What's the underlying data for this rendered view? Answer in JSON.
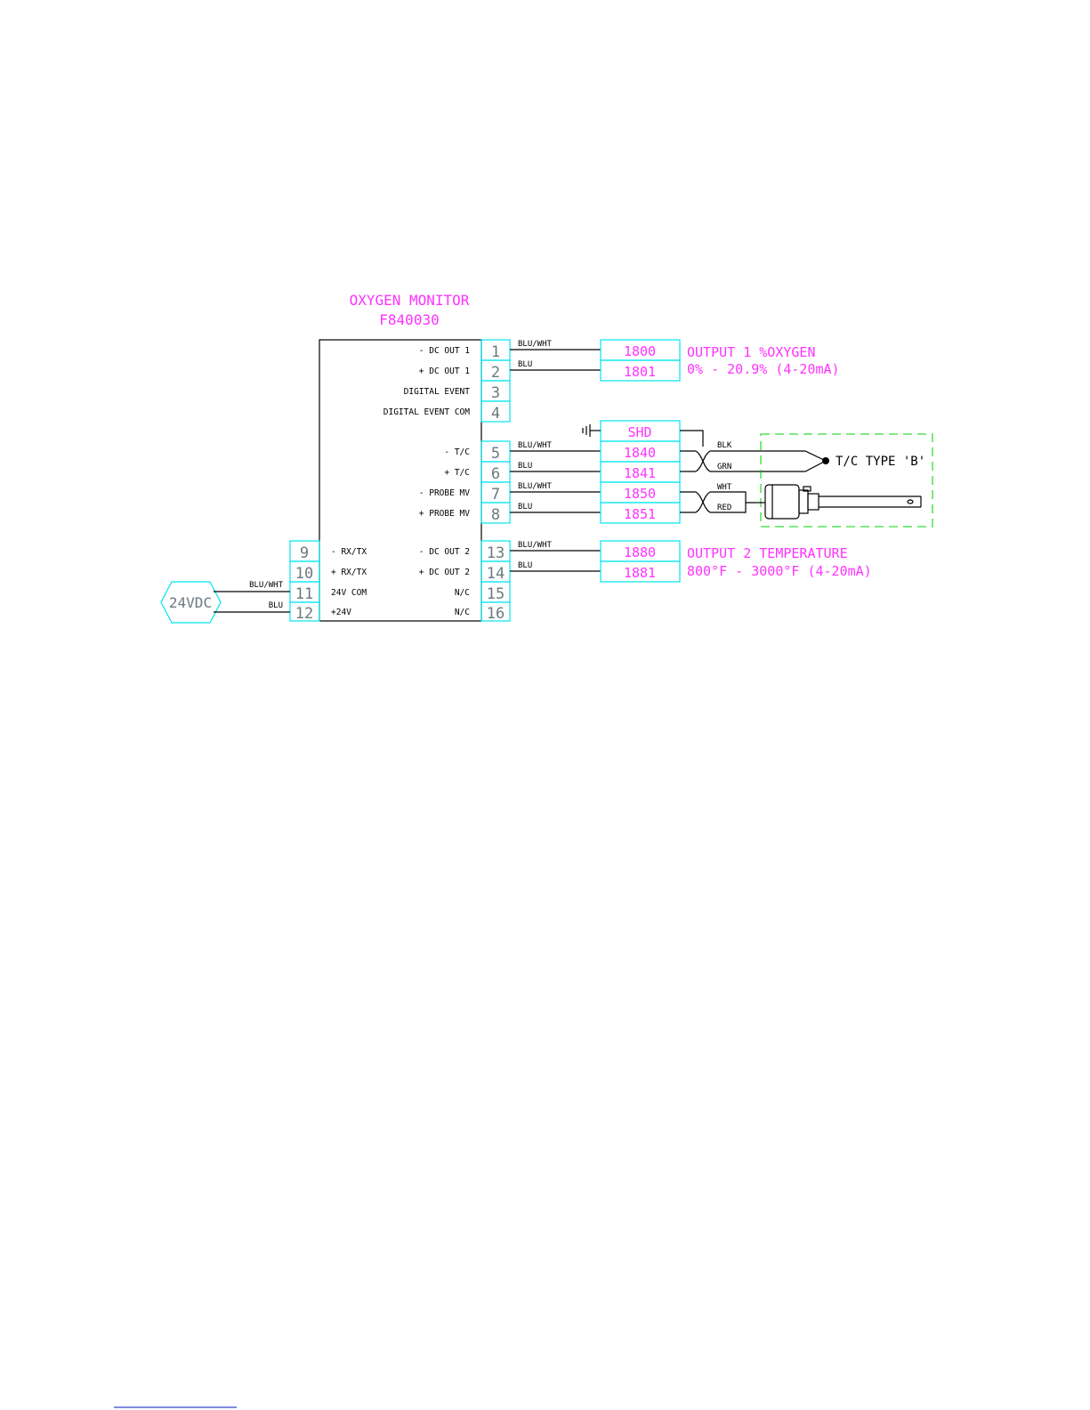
{
  "title": {
    "line1": "OXYGEN MONITOR",
    "line2": "F840030"
  },
  "colors": {
    "terminal": "#00e5ee",
    "label": "#ff33ff",
    "dashed_box": "#33dd33",
    "wire": "#000000"
  },
  "terminals_right": [
    {
      "num": "1",
      "label": "- DC OUT 1"
    },
    {
      "num": "2",
      "label": "+ DC OUT 1"
    },
    {
      "num": "3",
      "label": "DIGITAL EVENT"
    },
    {
      "num": "4",
      "label": "DIGITAL EVENT COM"
    },
    {
      "num": "5",
      "label": "- T/C"
    },
    {
      "num": "6",
      "label": "+ T/C"
    },
    {
      "num": "7",
      "label": "- PROBE MV"
    },
    {
      "num": "8",
      "label": "+ PROBE MV"
    },
    {
      "num": "13",
      "label": "- DC OUT 2"
    },
    {
      "num": "14",
      "label": "+ DC OUT 2"
    },
    {
      "num": "15",
      "label": "N/C"
    },
    {
      "num": "16",
      "label": "N/C"
    }
  ],
  "terminals_left": [
    {
      "num": "9",
      "label": "- RX/TX"
    },
    {
      "num": "10",
      "label": "+ RX/TX"
    },
    {
      "num": "11",
      "label": "24V COM"
    },
    {
      "num": "12",
      "label": "+24V"
    }
  ],
  "wires_right": [
    "BLU/WHT",
    "BLU",
    "BLU/WHT",
    "BLU",
    "BLU/WHT",
    "BLU",
    "BLU/WHT",
    "BLU"
  ],
  "wires_left": [
    "BLU/WHT",
    "BLU"
  ],
  "wire_numbers": {
    "out1": [
      "1800",
      "1801"
    ],
    "shield": "SHD",
    "tc": [
      "1840",
      "1841"
    ],
    "probe": [
      "1850",
      "1851"
    ],
    "out2": [
      "1880",
      "1881"
    ]
  },
  "field_wires": [
    "BLK",
    "GRN",
    "WHT",
    "RED"
  ],
  "notes": {
    "out1_title": "OUTPUT 1 %OXYGEN",
    "out1_range": "0% - 20.9% (4-20mA)",
    "out2_title": "OUTPUT 2 TEMPERATURE",
    "out2_range": "800°F - 3000°F (4-20mA)",
    "thermocouple": "T/C TYPE 'B'",
    "power": "24VDC"
  }
}
